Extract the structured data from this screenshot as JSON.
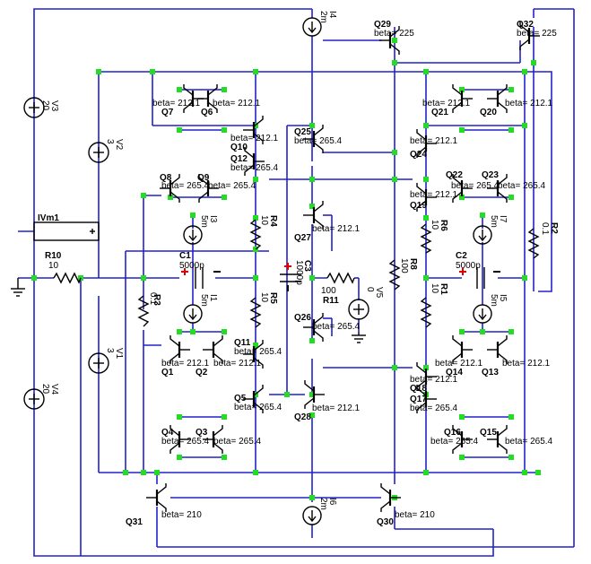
{
  "colors": {
    "wire": "#2222cc",
    "node": "#22dd22",
    "polarity": "#dd0000",
    "component": "#000000"
  },
  "sources": [
    {
      "name": "V3",
      "value": "20"
    },
    {
      "name": "V2",
      "value": "3"
    },
    {
      "name": "V1",
      "value": "3"
    },
    {
      "name": "V4",
      "value": "20"
    },
    {
      "name": "V5",
      "value": "0"
    }
  ],
  "meter": {
    "name": "IVm1"
  },
  "current_sources": [
    {
      "name": "I4",
      "value": "2m"
    },
    {
      "name": "I3",
      "value": "5m"
    },
    {
      "name": "I1",
      "value": "5m"
    },
    {
      "name": "I7",
      "value": "5m"
    },
    {
      "name": "I5",
      "value": "5m"
    },
    {
      "name": "I6",
      "value": "2m"
    }
  ],
  "resistors": [
    {
      "name": "R10",
      "value": "10"
    },
    {
      "name": "R3",
      "value": "0.1"
    },
    {
      "name": "R4",
      "value": "10"
    },
    {
      "name": "R5",
      "value": "10"
    },
    {
      "name": "R11",
      "value": "100"
    },
    {
      "name": "R8",
      "value": "100"
    },
    {
      "name": "R6",
      "value": "10"
    },
    {
      "name": "R1",
      "value": "10"
    },
    {
      "name": "R2",
      "value": "0.1"
    }
  ],
  "capacitors": [
    {
      "name": "C1",
      "value": "5000p"
    },
    {
      "name": "C3",
      "value": "1000p"
    },
    {
      "name": "C2",
      "value": "5000p"
    }
  ],
  "transistors": [
    {
      "name": "Q7",
      "beta": "beta= 212.1"
    },
    {
      "name": "Q6",
      "beta": "beta= 212.1"
    },
    {
      "name": "Q10",
      "beta": "beta= 212.1"
    },
    {
      "name": "Q12",
      "beta": "beta= 265.4"
    },
    {
      "name": "Q8",
      "beta": "beta= 265.4"
    },
    {
      "name": "Q9",
      "beta": "beta= 265.4"
    },
    {
      "name": "Q25",
      "beta": "beta= 265.4"
    },
    {
      "name": "Q27",
      "beta": "beta= 212.1"
    },
    {
      "name": "Q26",
      "beta": "beta= 265.4"
    },
    {
      "name": "Q28",
      "beta": "beta= 212.1"
    },
    {
      "name": "Q29",
      "beta": "beta= 225"
    },
    {
      "name": "Q32",
      "beta": "beta= 225"
    },
    {
      "name": "Q21",
      "beta": "beta= 212.1"
    },
    {
      "name": "Q20",
      "beta": "beta= 212.1"
    },
    {
      "name": "Q24",
      "beta": "beta= 212.1"
    },
    {
      "name": "Q22",
      "beta": "beta= 265.4"
    },
    {
      "name": "Q23",
      "beta": "beta= 265.4"
    },
    {
      "name": "Q19",
      "beta": "beta= 212.1"
    },
    {
      "name": "Q1",
      "beta": "beta= 212.1"
    },
    {
      "name": "Q2",
      "beta": "beta= 212.1"
    },
    {
      "name": "Q11",
      "beta": "beta= 265.4"
    },
    {
      "name": "Q5",
      "beta": "beta= 265.4"
    },
    {
      "name": "Q4",
      "beta": "beta= 265.4"
    },
    {
      "name": "Q3",
      "beta": "beta= 265.4"
    },
    {
      "name": "Q14",
      "beta": "beta= 212.1"
    },
    {
      "name": "Q13",
      "beta": "beta= 212.1"
    },
    {
      "name": "Q18",
      "beta": "beta= 212.1"
    },
    {
      "name": "Q17",
      "beta": "beta= 265.4"
    },
    {
      "name": "Q16",
      "beta": "beta= 265.4"
    },
    {
      "name": "Q15",
      "beta": "beta= 265.4"
    },
    {
      "name": "Q31",
      "beta": "beta= 210"
    },
    {
      "name": "Q30",
      "beta": "beta= 210"
    }
  ]
}
